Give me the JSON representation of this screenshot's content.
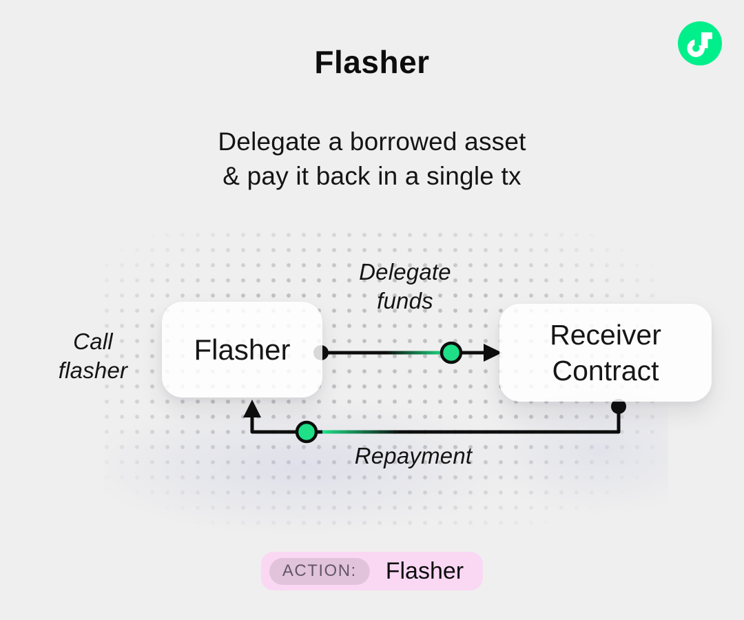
{
  "header": {
    "title": "Flasher",
    "subtitle": [
      "Delegate a borrowed asset",
      "& pay it back in a single tx"
    ]
  },
  "logo": {
    "name": "flow-blockchain-logo",
    "green": "#00EF8B",
    "glyph": "#FFFFFF"
  },
  "diagram": {
    "flasher_node_label": "Flasher",
    "receiver_node_label": [
      "Receiver",
      "Contract"
    ],
    "call_label": [
      "Call",
      "flasher"
    ],
    "delegate_label": [
      "Delegate",
      "funds"
    ],
    "repayment_label": "Repayment",
    "accent_green": "#1EE087",
    "line_color": "#0d0d0d"
  },
  "footer": {
    "action_label": "ACTION:",
    "action_value": "Flasher",
    "badge_bg": "#FAD8F4",
    "badge_inner_bg": "#E2C3DC"
  }
}
